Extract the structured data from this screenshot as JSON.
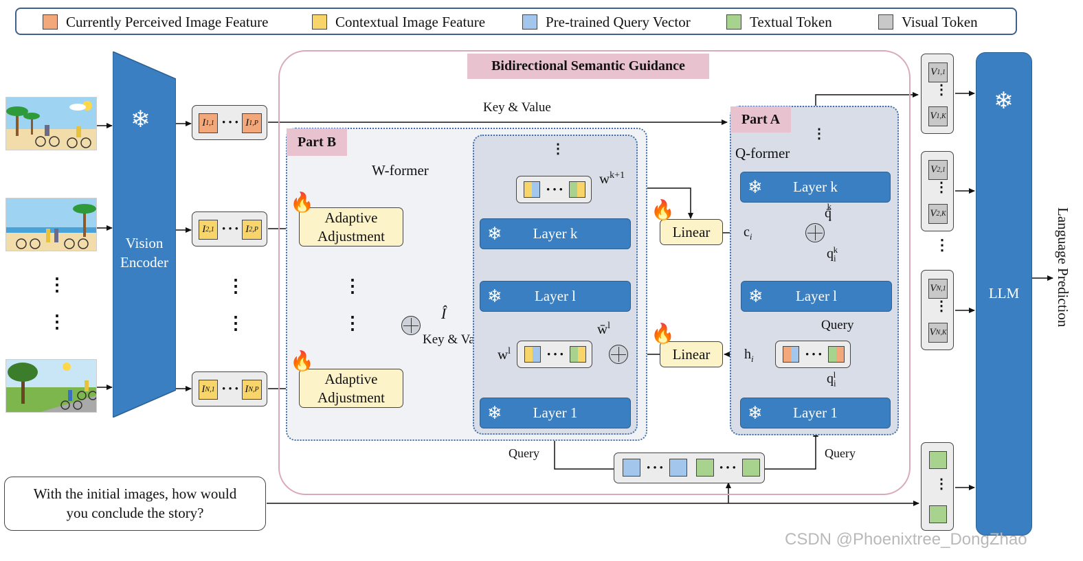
{
  "legend": {
    "items": [
      {
        "label": "Currently Perceived Image Feature",
        "color": "#f2a87a"
      },
      {
        "label": "Contextual Image Feature",
        "color": "#f8d56a"
      },
      {
        "label": "Pre-trained Query Vector",
        "color": "#a3c7ec"
      },
      {
        "label": "Textual Token",
        "color": "#a8d38f"
      },
      {
        "label": "Visual Token",
        "color": "#c8c8c8"
      }
    ]
  },
  "colors": {
    "blue_block": "#3a7fc1",
    "section_border": "#d8a9b8",
    "tag_fill": "#e8c3cf",
    "panel_fill": "#d8dde7",
    "adjust_fill": "#fdf3c8"
  },
  "encoder": {
    "label_line1": "Vision",
    "label_line2": "Encoder",
    "icon": "snowflake-icon"
  },
  "feature_tokens": {
    "row1": {
      "first": "I",
      "first_sub": "1,1",
      "last": "I",
      "last_sub": "1,P"
    },
    "row2": {
      "first": "I",
      "first_sub": "2,1",
      "last": "I",
      "last_sub": "2,P"
    },
    "row3": {
      "first": "I",
      "first_sub": "N,1",
      "last": "I",
      "last_sub": "N,P"
    },
    "ellipsis": "···"
  },
  "bsg_title": "Bidirectional Semantic Guidance",
  "edge_labels": {
    "key_value_top": "Key & Value",
    "key_value_mid": "Key & Value",
    "query_left": "Query",
    "query_right": "Query",
    "query_partA": "Query",
    "i_hat": "Î"
  },
  "part_b": {
    "tag": "Part B",
    "title": "W-former",
    "adjust_top_l1": "Adaptive",
    "adjust_top_l2": "Adjustment",
    "adjust_bot_l1": "Adaptive",
    "adjust_bot_l2": "Adjustment",
    "layer_k": "Layer k",
    "layer_l": "Layer l",
    "layer_1": "Layer 1",
    "w_k1_base": "w",
    "w_k1_sup": "k+1",
    "w_l_base": "w",
    "w_l_sup": "l",
    "w_bar_base": "w̄",
    "w_bar_sup": "l"
  },
  "part_a": {
    "tag": "Part A",
    "title": "Q-former",
    "layer_k": "Layer k",
    "layer_l": "Layer l",
    "layer_1": "Layer 1",
    "q_bar_base": "q̄",
    "q_bar_sup": "k",
    "q_bar_sub": "i",
    "q_k_base": "q",
    "q_k_sup": "k",
    "q_k_sub": "i",
    "q_l_base": "q",
    "q_l_sup": "l",
    "q_l_sub": "i"
  },
  "linear_top": "Linear",
  "linear_bottom": "Linear",
  "c_label_base": "c",
  "c_label_sub": "i",
  "h_label_base": "h",
  "h_label_sub": "i",
  "prompt_line1": "With the initial images, how would",
  "prompt_line2": "you conclude the story?",
  "visual_tokens": {
    "col1_top": "V",
    "col1_top_sub": "1,1",
    "col1_bot": "V",
    "col1_bot_sub": "1,K",
    "col2_top": "V",
    "col2_top_sub": "2,1",
    "col2_bot": "V",
    "col2_bot_sub": "2,K",
    "col3_top": "V",
    "col3_top_sub": "N,1",
    "col3_bot": "V",
    "col3_bot_sub": "N,K"
  },
  "llm_label": "LLM",
  "output_label": "Language Prediction",
  "watermark": "CSDN @Phoenixtree_DongZhao"
}
